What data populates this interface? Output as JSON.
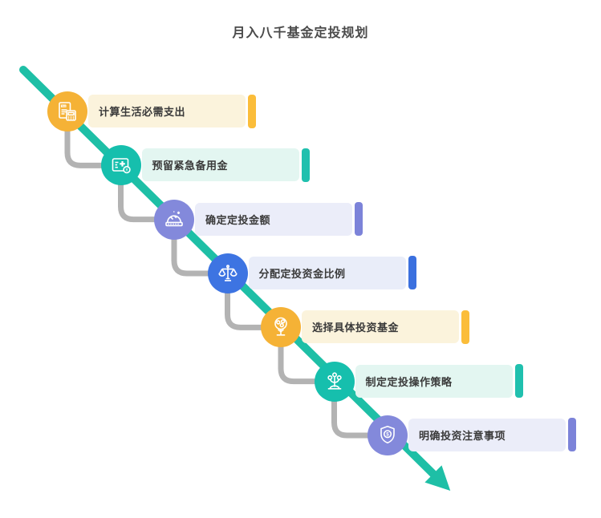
{
  "title": "月入八千基金定投规划",
  "diagram": {
    "arrow_color": "#1EBFA6",
    "connector_color": "#B3B3B3",
    "title_color": "#4A4A4A",
    "label_color": "#3A3A3A",
    "themes": {
      "yellow": {
        "circle": "#F5B236",
        "card": "#FBF3DC",
        "bar": "#FBBD3A"
      },
      "teal": {
        "circle": "#16BFAD",
        "card": "#E3F6F1",
        "bar": "#20C0AE"
      },
      "purple": {
        "circle": "#8389DB",
        "card": "#EBEDF9",
        "bar": "#7C83D9"
      },
      "blue": {
        "circle": "#3D74E2",
        "card": "#E9EDF9",
        "bar": "#3B70DF"
      }
    },
    "steps": [
      {
        "label": "计算生活必需支出",
        "theme": "yellow",
        "icon": "tax-calculator-icon"
      },
      {
        "label": "预留紧急备用金",
        "theme": "teal",
        "icon": "emergency-kit-icon"
      },
      {
        "label": "确定定投金额",
        "theme": "purple",
        "icon": "coins-pile-icon"
      },
      {
        "label": "分配定投资金比例",
        "theme": "blue",
        "icon": "balance-scale-icon"
      },
      {
        "label": "选择具体投资基金",
        "theme": "yellow",
        "icon": "money-tree-icon"
      },
      {
        "label": "制定定投操作策略",
        "theme": "teal",
        "icon": "sprout-icon"
      },
      {
        "label": "明确投资注意事项",
        "theme": "purple",
        "icon": "shield-dollar-icon"
      }
    ]
  }
}
